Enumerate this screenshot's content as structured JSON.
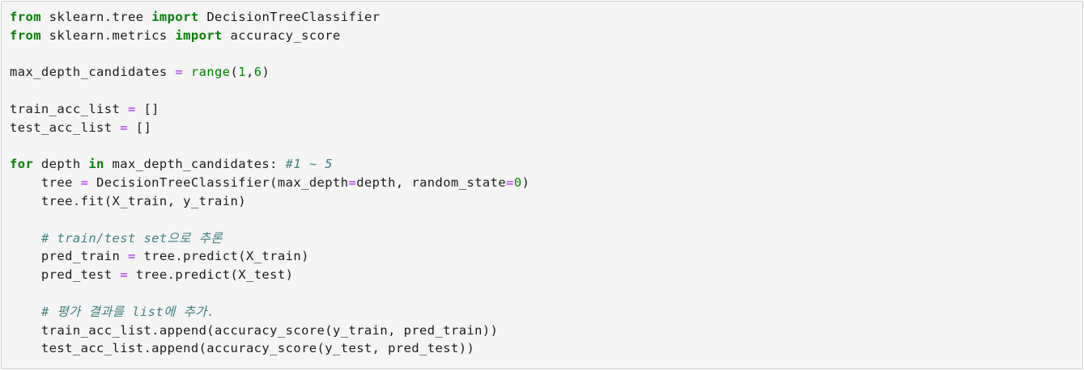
{
  "cell": {
    "type": "jupyter-code-cell",
    "language": "python",
    "colors": {
      "background": "#f5f5f5",
      "border": "#cfcfcf",
      "plain": "#1c1c1c",
      "keyword": "#008000",
      "builtin": "#008000",
      "number": "#008800",
      "operator": "#AA22FF",
      "comment": "#408080"
    },
    "code_lines": [
      [
        {
          "t": "from",
          "s": "k"
        },
        {
          "t": " sklearn.tree ",
          "s": "p"
        },
        {
          "t": "import",
          "s": "k"
        },
        {
          "t": " DecisionTreeClassifier",
          "s": "p"
        }
      ],
      [
        {
          "t": "from",
          "s": "k"
        },
        {
          "t": " sklearn.metrics ",
          "s": "p"
        },
        {
          "t": "import",
          "s": "k"
        },
        {
          "t": " accuracy_score",
          "s": "p"
        }
      ],
      [],
      [
        {
          "t": "max_depth_candidates ",
          "s": "p"
        },
        {
          "t": "=",
          "s": "o"
        },
        {
          "t": " ",
          "s": "p"
        },
        {
          "t": "range",
          "s": "b"
        },
        {
          "t": "(",
          "s": "p"
        },
        {
          "t": "1",
          "s": "n"
        },
        {
          "t": ",",
          "s": "p"
        },
        {
          "t": "6",
          "s": "n"
        },
        {
          "t": ")",
          "s": "p"
        }
      ],
      [],
      [
        {
          "t": "train_acc_list ",
          "s": "p"
        },
        {
          "t": "=",
          "s": "o"
        },
        {
          "t": " []",
          "s": "p"
        }
      ],
      [
        {
          "t": "test_acc_list ",
          "s": "p"
        },
        {
          "t": "=",
          "s": "o"
        },
        {
          "t": " []",
          "s": "p"
        }
      ],
      [],
      [
        {
          "t": "for",
          "s": "k"
        },
        {
          "t": " depth ",
          "s": "p"
        },
        {
          "t": "in",
          "s": "k"
        },
        {
          "t": " max_depth_candidates: ",
          "s": "p"
        },
        {
          "t": "#1 ~ 5",
          "s": "c"
        }
      ],
      [
        {
          "t": "    tree ",
          "s": "p"
        },
        {
          "t": "=",
          "s": "o"
        },
        {
          "t": " DecisionTreeClassifier(max_depth",
          "s": "p"
        },
        {
          "t": "=",
          "s": "o"
        },
        {
          "t": "depth, random_state",
          "s": "p"
        },
        {
          "t": "=",
          "s": "o"
        },
        {
          "t": "0",
          "s": "n"
        },
        {
          "t": ")",
          "s": "p"
        }
      ],
      [
        {
          "t": "    tree.fit(X_train, y_train)",
          "s": "p"
        }
      ],
      [],
      [
        {
          "t": "    ",
          "s": "p"
        },
        {
          "t": "# train/test set으로 추론",
          "s": "c"
        }
      ],
      [
        {
          "t": "    pred_train ",
          "s": "p"
        },
        {
          "t": "=",
          "s": "o"
        },
        {
          "t": " tree.predict(X_train)",
          "s": "p"
        }
      ],
      [
        {
          "t": "    pred_test ",
          "s": "p"
        },
        {
          "t": "=",
          "s": "o"
        },
        {
          "t": " tree.predict(X_test)",
          "s": "p"
        }
      ],
      [],
      [
        {
          "t": "    ",
          "s": "p"
        },
        {
          "t": "# 평가 결과를 list에 추가.",
          "s": "c"
        }
      ],
      [
        {
          "t": "    train_acc_list.append(accuracy_score(y_train, pred_train))",
          "s": "p"
        }
      ],
      [
        {
          "t": "    test_acc_list.append(accuracy_score(y_test, pred_test))",
          "s": "p"
        }
      ]
    ]
  }
}
